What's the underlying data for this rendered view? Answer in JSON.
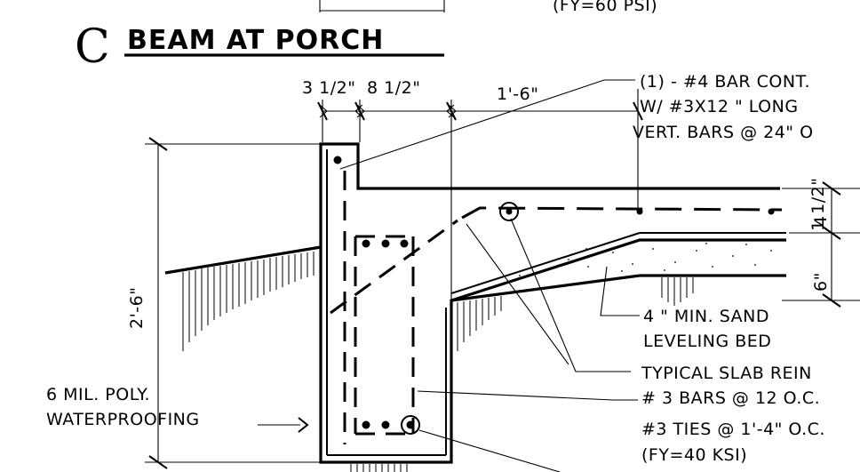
{
  "title": {
    "letter": "C",
    "text": "BEAM AT PORCH"
  },
  "top_note": "(FY=60 PSI)",
  "dimensions": {
    "d1": "3 1/2\"",
    "d2": "8 1/2\"",
    "d3": "1'-6\"",
    "height": "2'-6\"",
    "slab_top": "1 1/2\"",
    "slab_mid": "4",
    "slab_bottom": "6\""
  },
  "callouts": {
    "bar_cont_1": "(1) - #4 BAR CONT.",
    "bar_cont_2": "W/ #3X12 \" LONG",
    "bar_cont_3": "VERT. BARS @ 24\" O",
    "sand_1": "4 \" MIN. SAND",
    "sand_2": "LEVELING BED",
    "slab_reinf_1": "TYPICAL SLAB REIN",
    "slab_reinf_2": "# 3 BARS @ 12 O.C.",
    "poly_1": "6 MIL. POLY.",
    "poly_2": "WATERPROOFING",
    "ties_1": "#3 TIES @ 1'-4\" O.C.",
    "ties_2": "(FY=40 KSI)"
  }
}
